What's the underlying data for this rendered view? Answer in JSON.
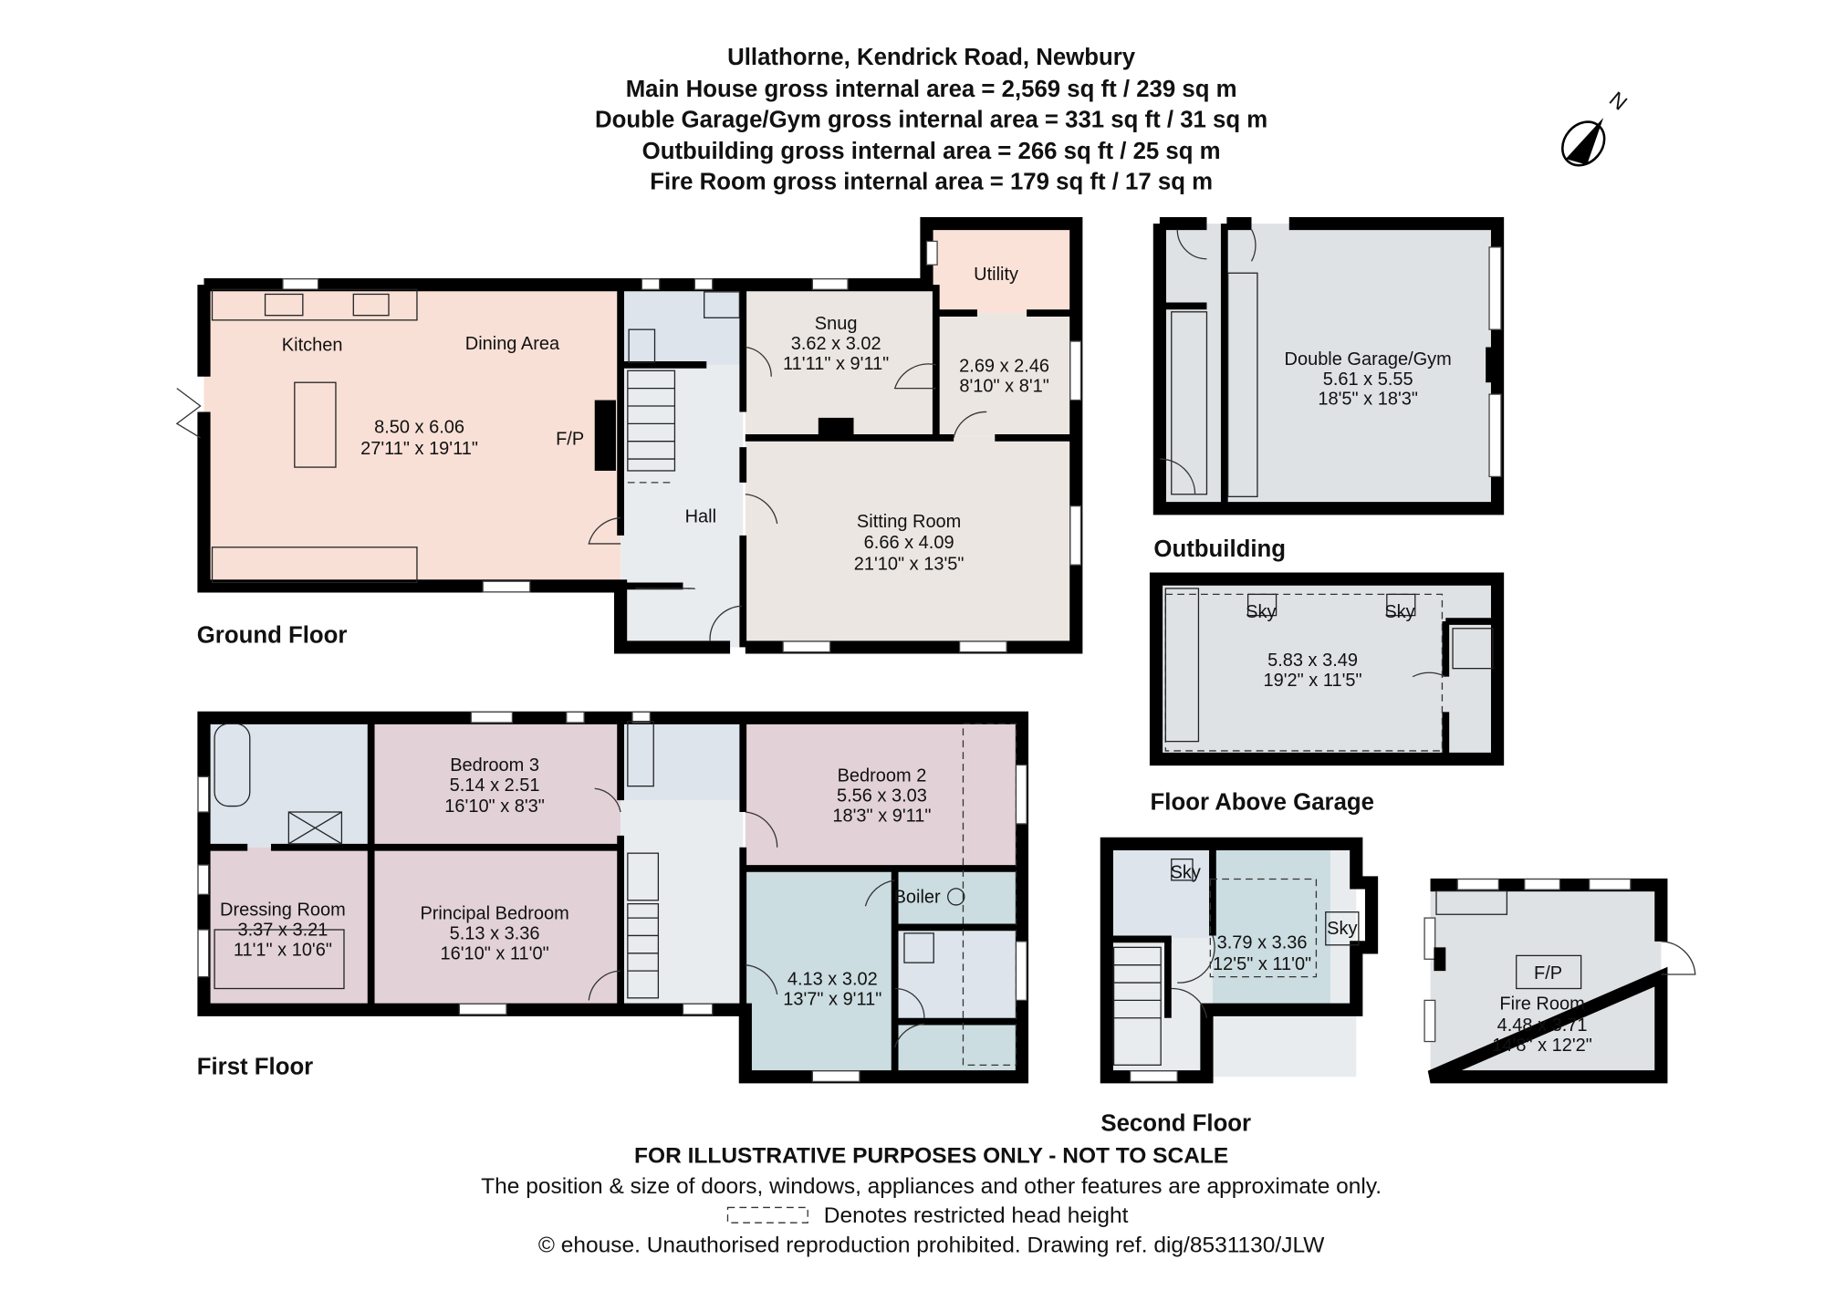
{
  "header": {
    "title": "Ullathorne, Kendrick Road, Newbury",
    "areas": [
      "Main House gross internal area = 2,569 sq ft / 239 sq m",
      "Double Garage/Gym gross internal area = 331 sq ft / 31 sq m",
      "Outbuilding gross internal area = 266 sq ft / 25 sq m",
      "Fire Room gross internal area = 179 sq ft / 17 sq m"
    ],
    "compass_label": "N",
    "compass_icon": "north-arrow-icon"
  },
  "floors": {
    "ground": "Ground Floor",
    "first": "First Floor",
    "second": "Second Floor",
    "outbuilding": "Outbuilding",
    "above_garage": "Floor Above Garage"
  },
  "rooms": {
    "kitchen": {
      "name": "Kitchen"
    },
    "dining": {
      "name": "Dining Area",
      "metric": "8.50 x 6.06",
      "imperial": "27'11\" x 19'11\"",
      "fp": "F/P"
    },
    "hall": {
      "name": "Hall"
    },
    "snug": {
      "name": "Snug",
      "metric": "3.62 x 3.02",
      "imperial": "11'11\" x 9'11\""
    },
    "utility": {
      "name": "Utility"
    },
    "store": {
      "metric": "2.69 x 2.46",
      "imperial": "8'10\" x 8'1\""
    },
    "sitting": {
      "name": "Sitting Room",
      "metric": "6.66 x 4.09",
      "imperial": "21'10\" x 13'5\""
    },
    "garage": {
      "name": "Double Garage/Gym",
      "metric": "5.61 x 5.55",
      "imperial": "18'5\" x 18'3\""
    },
    "above_garage": {
      "metric": "5.83 x 3.49",
      "imperial": "19'2\" x 11'5\"",
      "sky": "Sky"
    },
    "bedroom3": {
      "name": "Bedroom 3",
      "metric": "5.14 x 2.51",
      "imperial": "16'10\" x 8'3\""
    },
    "bedroom2": {
      "name": "Bedroom 2",
      "metric": "5.56 x 3.03",
      "imperial": "18'3\" x 9'11\""
    },
    "dressing": {
      "name": "Dressing Room",
      "metric": "3.37 x 3.21",
      "imperial": "11'1\" x 10'6\""
    },
    "principal": {
      "name": "Principal Bedroom",
      "metric": "5.13 x 3.36",
      "imperial": "16'10\" x 11'0\""
    },
    "boiler": {
      "name": "Boiler"
    },
    "bedroom4": {
      "metric": "4.13 x 3.02",
      "imperial": "13'7\" x 9'11\""
    },
    "second": {
      "metric": "3.79 x 3.36",
      "imperial": "12'5\" x 11'0\"",
      "sky": "Sky"
    },
    "fire_room": {
      "name": "Fire Room",
      "metric": "4.48 x 3.71",
      "imperial": "14'8\" x 12'2\"",
      "fp": "F/P"
    }
  },
  "footer": {
    "disclaimer": "FOR ILLUSTRATIVE PURPOSES ONLY - NOT TO SCALE",
    "note": "The position & size of doors, windows, appliances and other features are approximate only.",
    "legend": "Denotes restricted head height",
    "copyright": "© ehouse. Unauthorised reproduction prohibited. Drawing ref. dig/8531130/JLW"
  },
  "colors": {
    "kitchen": "#f8e0d6",
    "hall": "#e9ecef",
    "reception": "#ece6e2",
    "utility": "#fbe2d8",
    "bathroom": "#dde4ec",
    "garage": "#dfe2e5",
    "bedroom": "#e2d2d7",
    "bedroom_blue": "#ccdde1"
  }
}
